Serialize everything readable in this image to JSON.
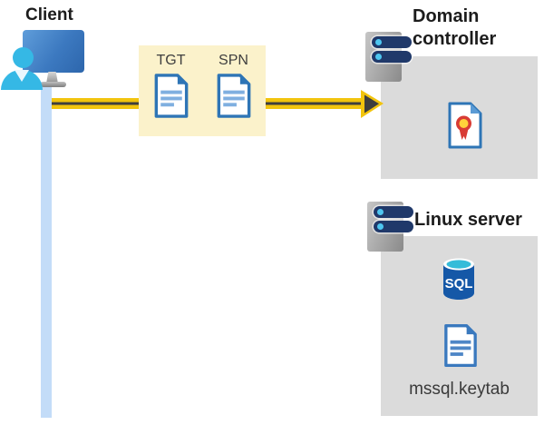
{
  "client": {
    "label": "Client",
    "icon": "client-workstation-icon"
  },
  "credentials_box": {
    "tgt_label": "TGT",
    "spn_label": "SPN",
    "tgt_icon": "document-icon",
    "spn_icon": "document-icon"
  },
  "domain_controller": {
    "label": "Domain controller",
    "icon": "server-icon",
    "content_icon": "certificate-icon"
  },
  "linux_server": {
    "label": "Linux server",
    "icon": "server-icon",
    "sql_label": "SQL",
    "sql_icon": "sql-database-icon",
    "keytab_icon": "document-icon",
    "keytab_label": "mssql.keytab"
  },
  "colors": {
    "arrow_yellow": "#f2c40d",
    "arrow_dark": "#3e3e3e",
    "credentials_box_fill": "#fbf2cb",
    "server_box_fill": "#dbdbdb",
    "timeline_blue": "#c3dcf8",
    "document_blue": "#2e75b6",
    "document_lines_blue": "#7fafe0",
    "monitor_blue": "#3c79c0",
    "person_cyan": "#35b8e5",
    "server_bar_navy": "#20396a",
    "server_dot_cyan": "#4ec6f0",
    "sql_body_blue": "#1558a7",
    "sql_top_cyan": "#35bcd9",
    "certificate_red": "#d83b34",
    "certificate_yellow": "#ffd23b"
  }
}
